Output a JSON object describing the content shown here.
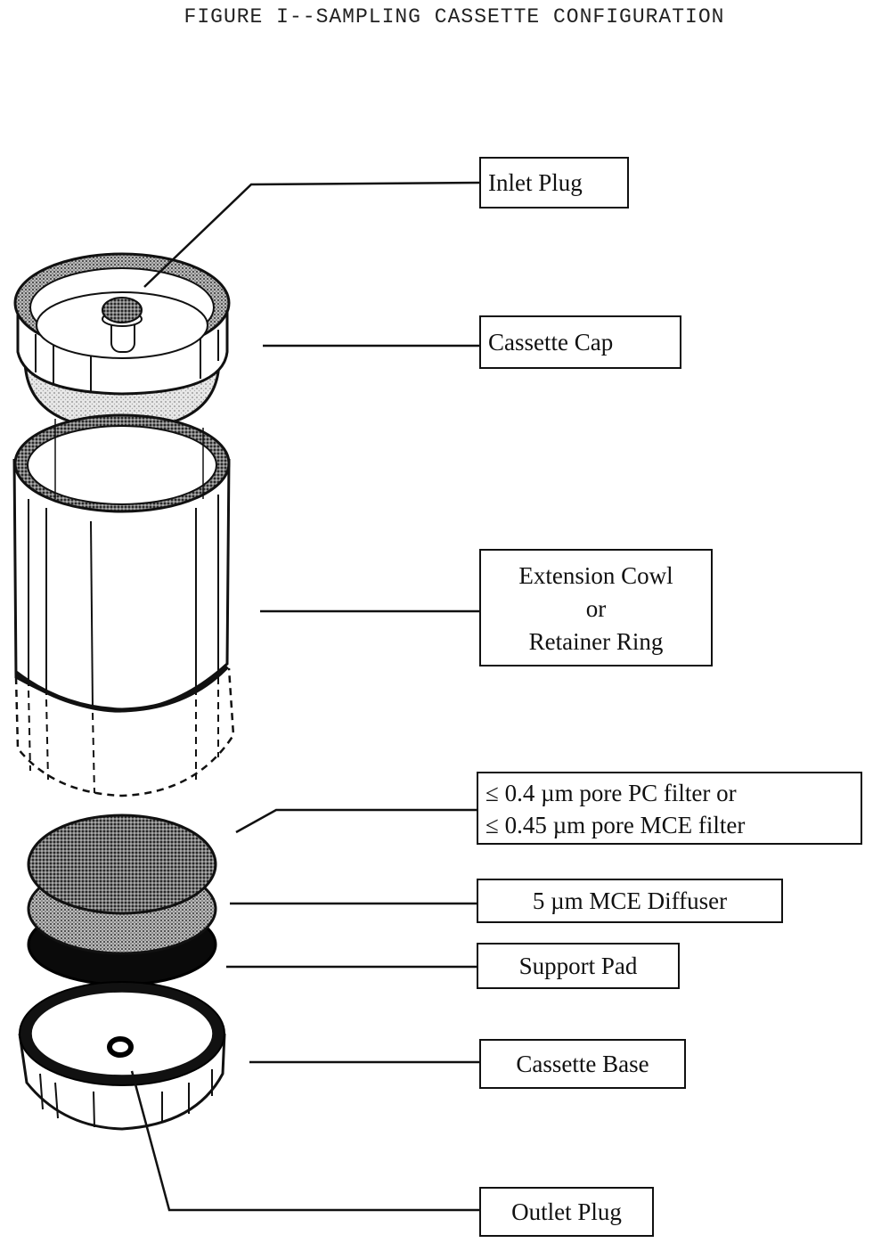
{
  "figure": {
    "title": "FIGURE I--SAMPLING CASSETTE CONFIGURATION"
  },
  "labels": {
    "inlet_plug": "Inlet Plug",
    "cassette_cap": "Cassette Cap",
    "extension_cowl": {
      "line1": "Extension Cowl",
      "line2": "or",
      "line3": "Retainer Ring"
    },
    "filter": {
      "line1": "≤ 0.4 µm pore PC filter or",
      "line2": "≤ 0.45 µm pore MCE filter"
    },
    "diffuser": "5 µm MCE Diffuser",
    "support_pad": "Support Pad",
    "cassette_base": "Cassette Base",
    "outlet_plug": "Outlet Plug"
  }
}
